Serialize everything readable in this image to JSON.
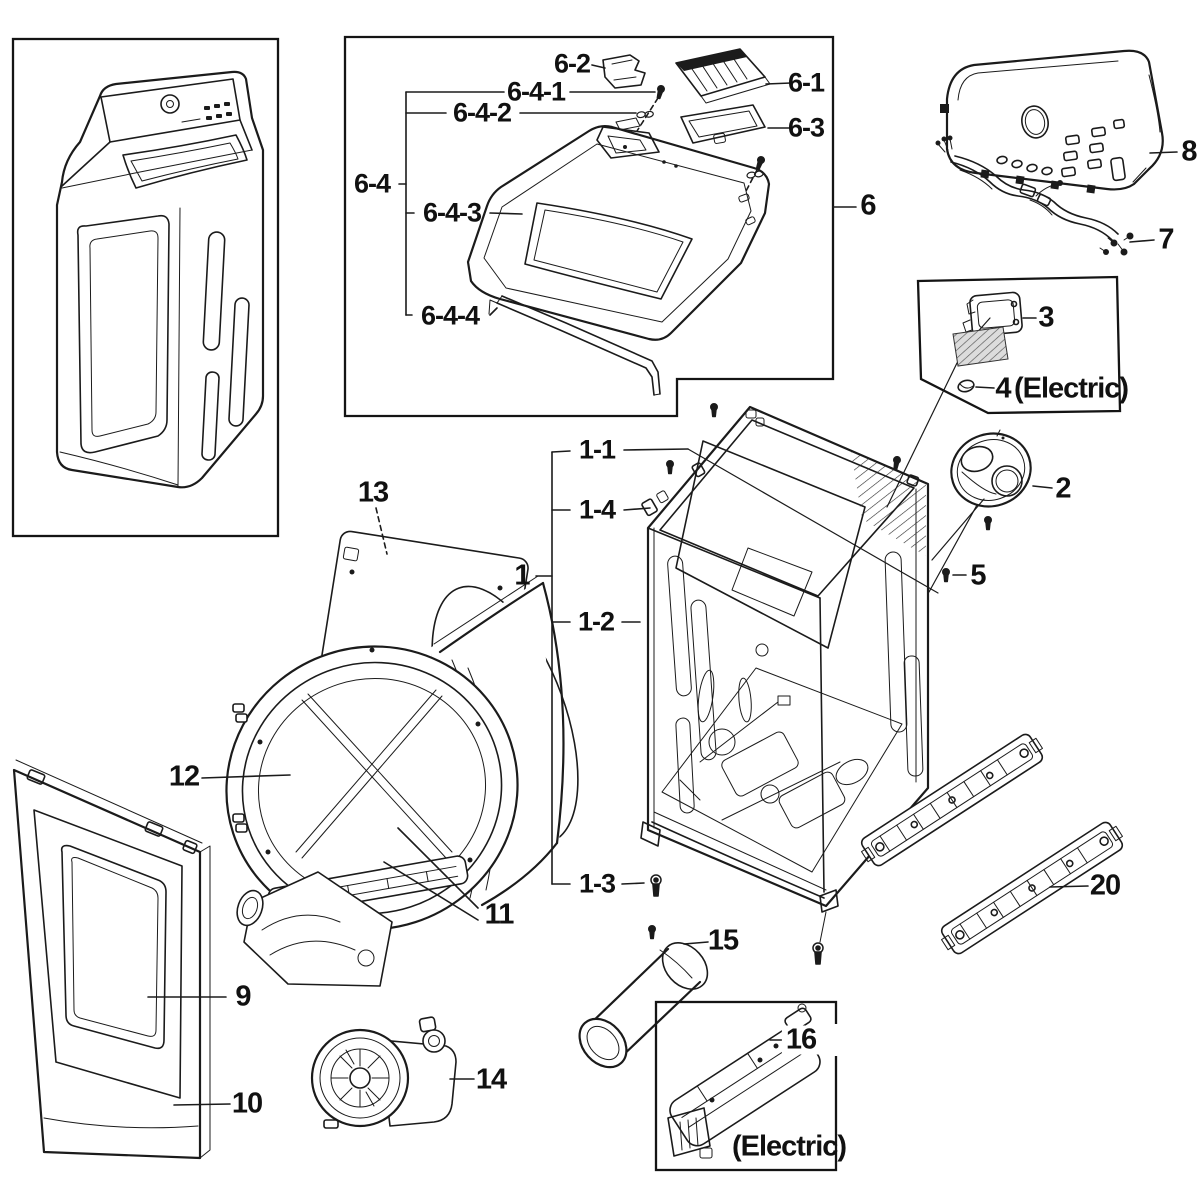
{
  "labels": {
    "p1": "1",
    "p1_1": "1-1",
    "p1_2": "1-2",
    "p1_3": "1-3",
    "p1_4": "1-4",
    "p2": "2",
    "p3": "3",
    "p4": "4",
    "p5": "5",
    "p6": "6",
    "p6_1": "6-1",
    "p6_2": "6-2",
    "p6_3": "6-3",
    "p6_4": "6-4",
    "p6_4_1": "6-4-1",
    "p6_4_2": "6-4-2",
    "p6_4_3": "6-4-3",
    "p6_4_4": "6-4-4",
    "p7": "7",
    "p8": "8",
    "p9": "9",
    "p10": "10",
    "p11": "11",
    "p12": "12",
    "p13": "13",
    "p14": "14",
    "p15": "15",
    "p16": "16",
    "p20": "20",
    "electric_top": "(Electric)",
    "electric_bottom": "(Electric)"
  }
}
